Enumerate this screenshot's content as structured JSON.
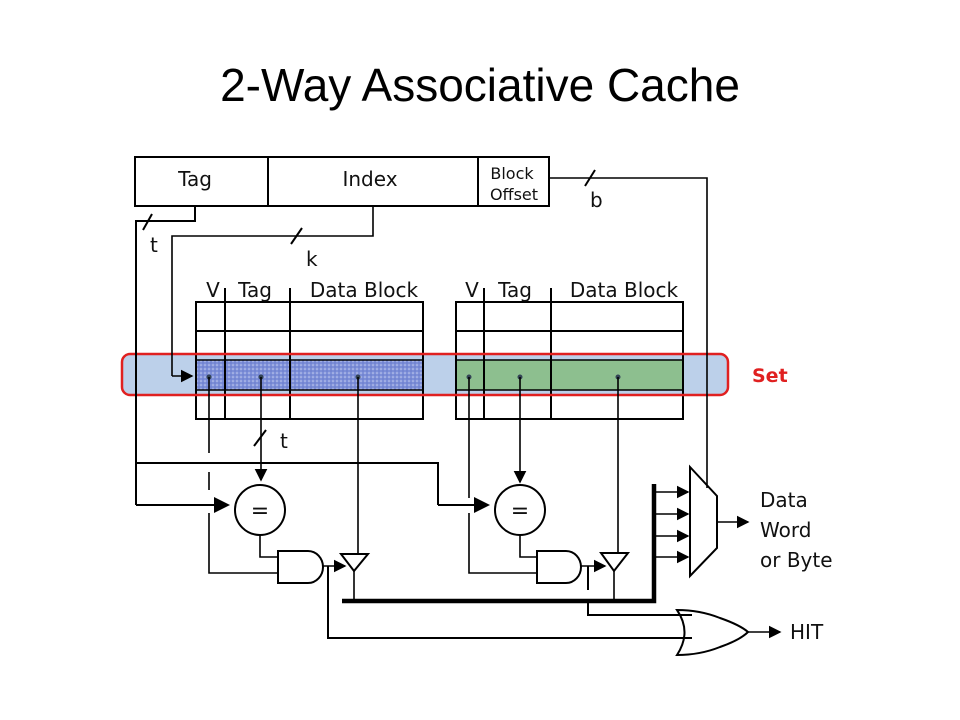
{
  "title": "2-Way Associative Cache",
  "address": {
    "fields": [
      "Tag",
      "Index",
      "Block",
      "Offset"
    ],
    "bit_labels": {
      "tag": "t",
      "index": "k",
      "offset": "b"
    }
  },
  "ways": [
    {
      "headers": {
        "v": "V",
        "tag": "Tag",
        "data": "Data Block"
      },
      "highlight_color": "#6b7fd0"
    },
    {
      "headers": {
        "v": "V",
        "tag": "Tag",
        "data": "Data Block"
      },
      "highlight_color": "#8dbf8f"
    }
  ],
  "set_label": "Set",
  "set_colors": {
    "outline": "#e02020",
    "fill": "#bcd0ea"
  },
  "compare_symbol": "=",
  "tag_width_label": "t",
  "output": {
    "line1": "Data",
    "line2": "Word",
    "line3": "or Byte"
  },
  "hit_label": "HIT"
}
